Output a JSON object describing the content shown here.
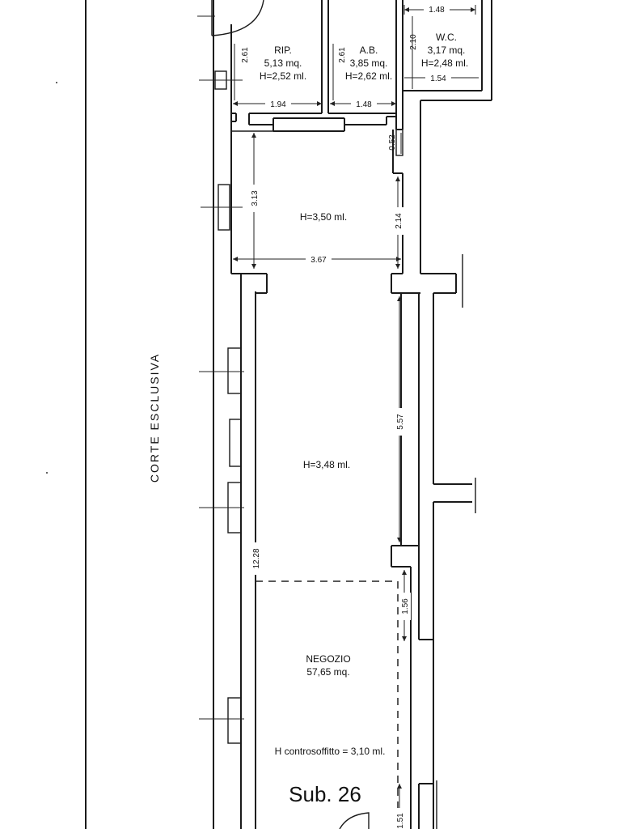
{
  "rooms": {
    "rip": {
      "name": "RIP.",
      "area": "5,13 mq.",
      "height": "H=2,52 ml."
    },
    "ab": {
      "name": "A.B.",
      "area": "3,85 mq.",
      "height": "H=2,62 ml."
    },
    "wc": {
      "name": "W.C.",
      "area": "3,17 mq.",
      "height": "H=2,48 ml."
    },
    "middle": {
      "height": "H=3,50 ml."
    },
    "main": {
      "height": "H=3,48 ml."
    },
    "negozio": {
      "name": "NEGOZIO",
      "area": "57,65 mq.",
      "ceiling": "H controsoffitto = 3,10 ml."
    }
  },
  "dimensions": {
    "wc_width_top": "1.48",
    "wc_height": "2.10",
    "wc_width_bottom": "1.54",
    "rip_height": "2.61",
    "ab_height": "2.61",
    "rip_width": "1.94",
    "ab_width": "1.48",
    "niche": "0.52",
    "middle_height": "3.13",
    "middle_right": "2.14",
    "middle_width": "3.67",
    "main_right": "5.57",
    "total_left": "12.28",
    "dashed_right": "1.56",
    "bottom_right": "1.51"
  },
  "labels": {
    "corte": "CORTE ESCLUSIVA",
    "sub": "Sub. 26"
  }
}
